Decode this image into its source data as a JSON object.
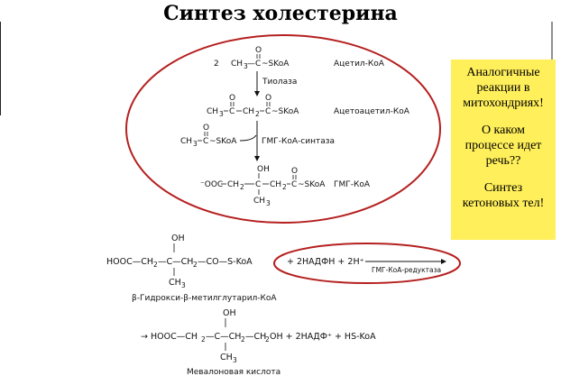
{
  "slide": {
    "title": "Синтез холестерина"
  },
  "sidenote": {
    "lines_1": [
      "Аналогичные",
      "реакции в",
      "митохондриях!"
    ],
    "lines_2": [
      "О каком",
      "процессе идет",
      "речь??"
    ],
    "lines_3": [
      "Синтез",
      "кетоновых тел!"
    ]
  },
  "reaction_box": {
    "step1": {
      "coef": "2",
      "formula_left": "CH",
      "sub3": "3",
      "dash": "—",
      "c": "C",
      "skoa": "~SKoA",
      "o": "O",
      "name": "Ацетил-КоА"
    },
    "enzyme1": "Тиолаза",
    "step2": {
      "ch3": "CH",
      "sub3": "3",
      "c1": "C",
      "ch2": "CH",
      "sub2": "2",
      "c2": "C",
      "skoa": "~SKoA",
      "o": "O",
      "name": "Ацетоацетил-КоА"
    },
    "reagent": {
      "ch3": "CH",
      "sub3": "3",
      "c": "C",
      "skoa": "~SKoA",
      "o": "O"
    },
    "enzyme2": "ГМГ-КоА-синтаза",
    "step3": {
      "prefix": "⁻OOC",
      "ch2a": "CH",
      "sub2a": "2",
      "c": "C",
      "ch2b": "CH",
      "sub2b": "2",
      "c2": "C",
      "skoa": "~SKoA",
      "oh": "OH",
      "ch3": "CH",
      "sub3": "3",
      "o": "O",
      "name": "ГМГ-КоА"
    }
  },
  "lower": {
    "hmg": {
      "oh": "OH",
      "formula": "HOOC—CH",
      "sub2a": "2",
      "mid": "—C—CH",
      "sub2b": "2",
      "tail": "—CO—S-KoA",
      "ch3": "CH",
      "sub3": "3",
      "name": "β-Гидрокси-β-метилглутарил-КоА"
    },
    "cofactors": "+ 2НАДФН + 2H⁺",
    "enzyme": "ГМГ-КоА-редуктаза",
    "mev": {
      "oh": "OH",
      "formula": "→ HOOC—CH",
      "sub2a": "2",
      "mid": "—C—CH",
      "sub2b": "2",
      "tail": "—CH",
      "sub2c": "2",
      "tail2": "OH + 2НАДФ⁺ + HS-KoA",
      "ch3": "CH",
      "sub3": "3",
      "name": "Мевалоновая кислота"
    }
  },
  "colors": {
    "ellipse": "#b52020",
    "note_bg": "#ffef5a"
  }
}
